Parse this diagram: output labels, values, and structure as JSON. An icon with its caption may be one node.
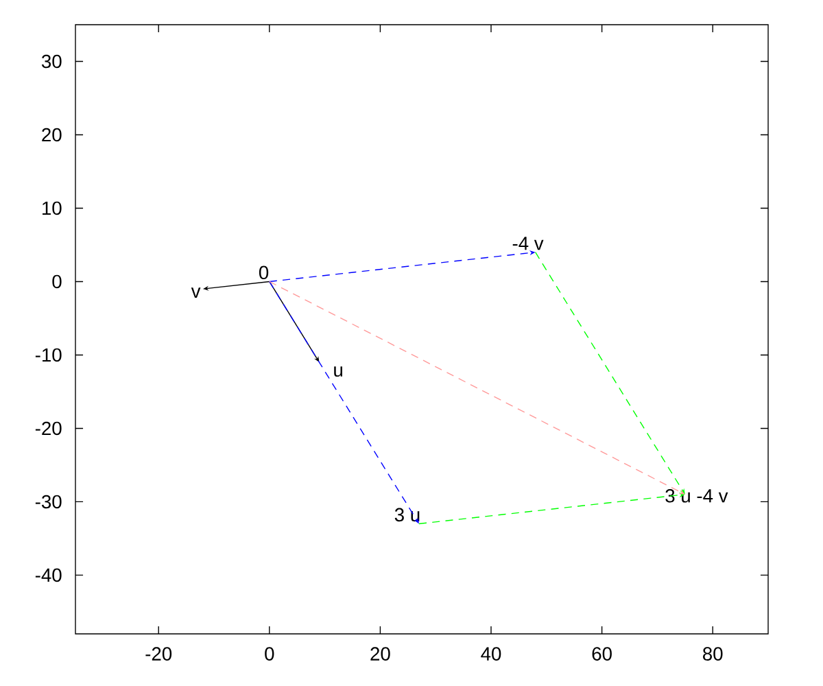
{
  "diagram": {
    "nodes": [
      {
        "text": [
          "0"
        ]
      },
      {
        "text": [
          "v"
        ]
      },
      {
        "text": [
          "u"
        ]
      },
      {
        "text": [
          "3 u"
        ]
      },
      {
        "text": [
          "-4 v"
        ]
      },
      {
        "text": [
          "3 u -4 v"
        ]
      }
    ],
    "edges": [
      {
        "from": 0,
        "to": 1,
        "arrow": "to"
      },
      {
        "from": 0,
        "to": 2,
        "arrow": "to"
      },
      {
        "from": 0,
        "to": 4,
        "arrow": "to",
        "style": "dashed",
        "color": "#0000ff"
      },
      {
        "from": 0,
        "to": 3,
        "arrow": "to",
        "style": "dashed",
        "color": "#0000ff"
      },
      {
        "from": 4,
        "to": 5,
        "arrow": "to",
        "style": "dashed",
        "color": "#00ff00"
      },
      {
        "from": 3,
        "to": 5,
        "arrow": "to",
        "style": "dashed",
        "color": "#00ff00"
      },
      {
        "from": 0,
        "to": 5,
        "arrow": "to",
        "style": "dashed",
        "color": "#ff9999"
      }
    ],
    "chart_data": {
      "type": "line",
      "xlim": [
        -35,
        90
      ],
      "ylim": [
        -48,
        35
      ],
      "xticks": [
        -20,
        0,
        20,
        40,
        60,
        80
      ],
      "yticks": [
        -40,
        -30,
        -20,
        -10,
        0,
        10,
        20,
        30
      ]
    }
  }
}
